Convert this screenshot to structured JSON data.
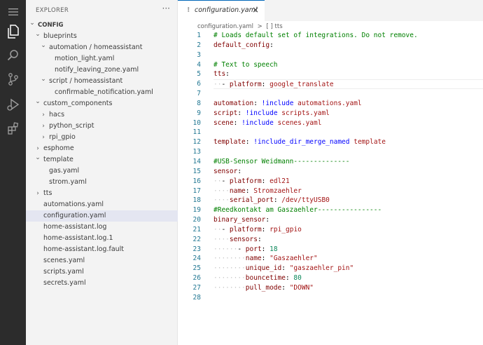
{
  "sidebar": {
    "title": "EXPLORER",
    "more": "···",
    "tree": [
      {
        "label": "CONFIG",
        "depth": 0,
        "chevron": "open",
        "bold": true
      },
      {
        "label": "blueprints",
        "depth": 1,
        "chevron": "open"
      },
      {
        "label": "automation / homeassistant",
        "depth": 2,
        "chevron": "open"
      },
      {
        "label": "motion_light.yaml",
        "depth": 3
      },
      {
        "label": "notify_leaving_zone.yaml",
        "depth": 3
      },
      {
        "label": "script / homeassistant",
        "depth": 2,
        "chevron": "open"
      },
      {
        "label": "confirmable_notification.yaml",
        "depth": 3
      },
      {
        "label": "custom_components",
        "depth": 1,
        "chevron": "open"
      },
      {
        "label": "hacs",
        "depth": 2,
        "chevron": "closed"
      },
      {
        "label": "python_script",
        "depth": 2,
        "chevron": "closed"
      },
      {
        "label": "rpi_gpio",
        "depth": 2,
        "chevron": "closed"
      },
      {
        "label": "esphome",
        "depth": 1,
        "chevron": "closed"
      },
      {
        "label": "template",
        "depth": 1,
        "chevron": "open"
      },
      {
        "label": "gas.yaml",
        "depth": 2
      },
      {
        "label": "strom.yaml",
        "depth": 2
      },
      {
        "label": "tts",
        "depth": 1,
        "chevron": "closed"
      },
      {
        "label": "automations.yaml",
        "depth": 1
      },
      {
        "label": "configuration.yaml",
        "depth": 1,
        "selected": true
      },
      {
        "label": "home-assistant.log",
        "depth": 1
      },
      {
        "label": "home-assistant.log.1",
        "depth": 1
      },
      {
        "label": "home-assistant.log.fault",
        "depth": 1
      },
      {
        "label": "scenes.yaml",
        "depth": 1
      },
      {
        "label": "scripts.yaml",
        "depth": 1
      },
      {
        "label": "secrets.yaml",
        "depth": 1
      }
    ]
  },
  "tab": {
    "icon": "!",
    "label": "configuration.yaml",
    "close": "×"
  },
  "breadcrumb": {
    "file": "configuration.yaml",
    "sep": ">",
    "symbol": "[ ] tts"
  },
  "editor": {
    "current_line": 6,
    "lines": [
      {
        "n": "1",
        "tokens": [
          [
            "t-comment",
            "# Loads default set of integrations. Do not remove."
          ]
        ]
      },
      {
        "n": "2",
        "tokens": [
          [
            "t-key",
            "default_config"
          ],
          [
            "t-punct",
            ":"
          ]
        ]
      },
      {
        "n": "3",
        "tokens": []
      },
      {
        "n": "4",
        "tokens": [
          [
            "t-comment",
            "# Text to speech"
          ]
        ]
      },
      {
        "n": "5",
        "tokens": [
          [
            "t-key",
            "tts"
          ],
          [
            "t-punct",
            ":"
          ]
        ]
      },
      {
        "n": "6",
        "tokens": [
          [
            "ind",
            "··"
          ],
          [
            "t-punct",
            "- "
          ],
          [
            "t-key",
            "platform"
          ],
          [
            "t-punct",
            ": "
          ],
          [
            "t-str",
            "google_translate"
          ]
        ]
      },
      {
        "n": "7",
        "tokens": []
      },
      {
        "n": "8",
        "tokens": [
          [
            "t-key",
            "automation"
          ],
          [
            "t-punct",
            ": "
          ],
          [
            "t-tag",
            "!include"
          ],
          [
            "t-str",
            " automations.yaml"
          ]
        ]
      },
      {
        "n": "9",
        "tokens": [
          [
            "t-key",
            "script"
          ],
          [
            "t-punct",
            ": "
          ],
          [
            "t-tag",
            "!include"
          ],
          [
            "t-str",
            " scripts.yaml"
          ]
        ]
      },
      {
        "n": "10",
        "tokens": [
          [
            "t-key",
            "scene"
          ],
          [
            "t-punct",
            ": "
          ],
          [
            "t-tag",
            "!include"
          ],
          [
            "t-str",
            " scenes.yaml"
          ]
        ]
      },
      {
        "n": "11",
        "tokens": []
      },
      {
        "n": "12",
        "tokens": [
          [
            "t-key",
            "template"
          ],
          [
            "t-punct",
            ": "
          ],
          [
            "t-tag",
            "!include_dir_merge_named"
          ],
          [
            "t-str",
            " template"
          ]
        ]
      },
      {
        "n": "13",
        "tokens": []
      },
      {
        "n": "14",
        "tokens": [
          [
            "t-comment",
            "#USB-Sensor Weidmann--------------"
          ]
        ]
      },
      {
        "n": "15",
        "tokens": [
          [
            "t-key",
            "sensor"
          ],
          [
            "t-punct",
            ":"
          ]
        ]
      },
      {
        "n": "16",
        "tokens": [
          [
            "ind",
            "··"
          ],
          [
            "t-punct",
            "- "
          ],
          [
            "t-key",
            "platform"
          ],
          [
            "t-punct",
            ": "
          ],
          [
            "t-str",
            "edl21"
          ]
        ]
      },
      {
        "n": "17",
        "tokens": [
          [
            "ind",
            "····"
          ],
          [
            "t-key",
            "name"
          ],
          [
            "t-punct",
            ": "
          ],
          [
            "t-str",
            "Stromzaehler"
          ]
        ]
      },
      {
        "n": "18",
        "tokens": [
          [
            "ind",
            "····"
          ],
          [
            "t-key",
            "serial_port"
          ],
          [
            "t-punct",
            ": "
          ],
          [
            "t-str",
            "/dev/ttyUSB0"
          ]
        ]
      },
      {
        "n": "19",
        "tokens": [
          [
            "t-comment",
            "#Reedkontakt am Gaszaehler----------------"
          ]
        ]
      },
      {
        "n": "20",
        "tokens": [
          [
            "t-key",
            "binary_sensor"
          ],
          [
            "t-punct",
            ":"
          ]
        ]
      },
      {
        "n": "21",
        "tokens": [
          [
            "ind",
            "··"
          ],
          [
            "t-punct",
            "- "
          ],
          [
            "t-key",
            "platform"
          ],
          [
            "t-punct",
            ": "
          ],
          [
            "t-str",
            "rpi_gpio"
          ]
        ]
      },
      {
        "n": "22",
        "tokens": [
          [
            "ind",
            "····"
          ],
          [
            "t-key",
            "sensors"
          ],
          [
            "t-punct",
            ":"
          ]
        ]
      },
      {
        "n": "23",
        "tokens": [
          [
            "ind",
            "······"
          ],
          [
            "t-punct",
            "- "
          ],
          [
            "t-key",
            "port"
          ],
          [
            "t-punct",
            ": "
          ],
          [
            "t-num",
            "18"
          ]
        ]
      },
      {
        "n": "24",
        "tokens": [
          [
            "ind",
            "········"
          ],
          [
            "t-key",
            "name"
          ],
          [
            "t-punct",
            ": "
          ],
          [
            "t-str",
            "\"Gaszaehler\""
          ]
        ]
      },
      {
        "n": "25",
        "tokens": [
          [
            "ind",
            "········"
          ],
          [
            "t-key",
            "unique_id"
          ],
          [
            "t-punct",
            ": "
          ],
          [
            "t-str",
            "\"gaszaehler_pin\""
          ]
        ]
      },
      {
        "n": "26",
        "tokens": [
          [
            "ind",
            "········"
          ],
          [
            "t-key",
            "bouncetime"
          ],
          [
            "t-punct",
            ": "
          ],
          [
            "t-num",
            "80"
          ]
        ]
      },
      {
        "n": "27",
        "tokens": [
          [
            "ind",
            "········"
          ],
          [
            "t-key",
            "pull_mode"
          ],
          [
            "t-punct",
            ": "
          ],
          [
            "t-str",
            "\"DOWN\""
          ]
        ]
      },
      {
        "n": "28",
        "tokens": []
      }
    ]
  },
  "activity": [
    {
      "name": "menu-icon"
    },
    {
      "name": "files-icon",
      "active": true
    },
    {
      "name": "search-icon"
    },
    {
      "name": "source-control-icon"
    },
    {
      "name": "run-debug-icon"
    },
    {
      "name": "extensions-icon"
    }
  ]
}
